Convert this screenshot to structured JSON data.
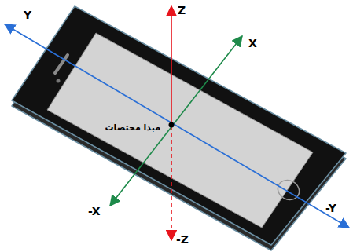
{
  "diagram": {
    "labels": [
      "Z",
      "X",
      "Y",
      "-Y",
      "-X",
      "-Z",
      "مبدا مختصات"
    ]
  }
}
